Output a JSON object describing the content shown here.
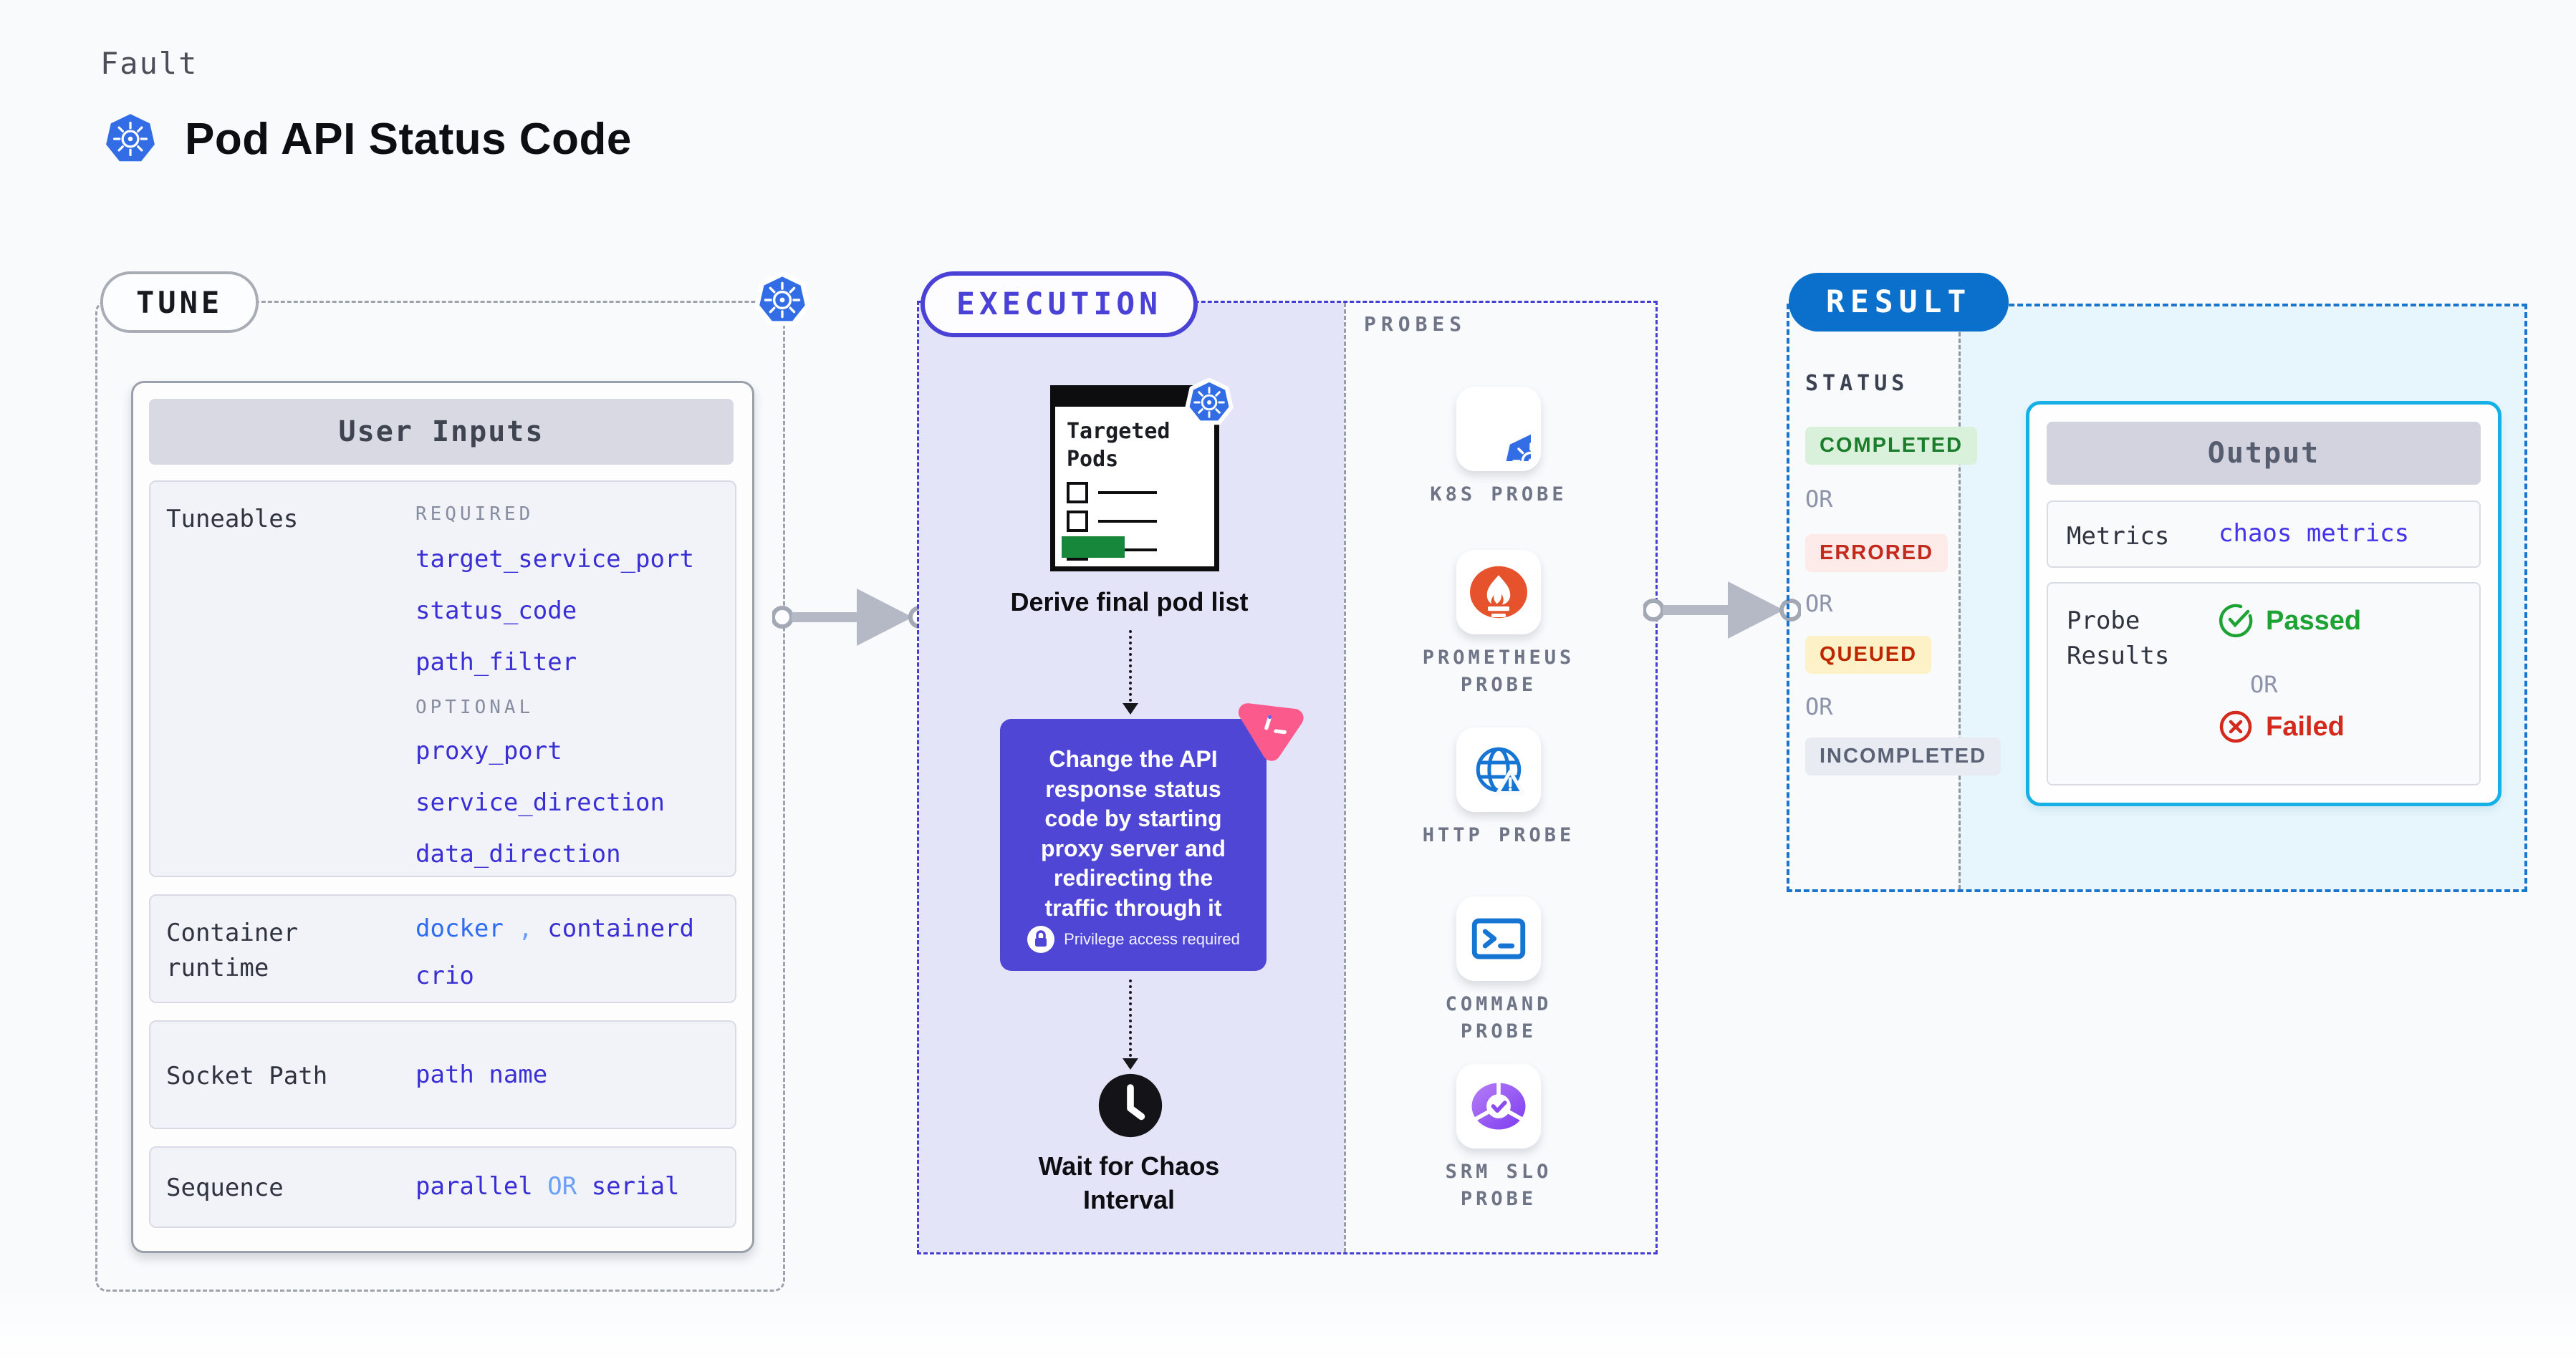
{
  "header": {
    "kicker": "Fault",
    "title": "Pod API Status Code"
  },
  "tune": {
    "label": "TUNE",
    "card_title": "User Inputs",
    "tuneables_label": "Tuneables",
    "required_label": "REQUIRED",
    "required_items": [
      "target_service_port",
      "status_code",
      "path_filter"
    ],
    "optional_label": "OPTIONAL",
    "optional_items": [
      "proxy_port",
      "service_direction",
      "data_direction"
    ],
    "container_runtime_label": "Container runtime",
    "container_runtime": {
      "v1": "docker",
      "comma": ",",
      "v2": "containerd",
      "v3": "crio"
    },
    "socket_path_label": "Socket Path",
    "socket_path_value": "path name",
    "sequence_label": "Sequence",
    "sequence": {
      "s1": "parallel",
      "or": "OR",
      "s2": "serial"
    }
  },
  "execution": {
    "label": "EXECUTION",
    "targeted_pods": "Targeted Pods",
    "derive_label": "Derive final pod list",
    "action_text": "Change the API response status code by starting proxy server and redirecting the traffic through it",
    "privilege_text": "Privilege access required",
    "wait_label": "Wait for Chaos Interval"
  },
  "probes": {
    "label": "PROBES",
    "items": [
      {
        "icon": "kubernetes-icon",
        "line1": "K8S PROBE"
      },
      {
        "icon": "prometheus-icon",
        "line1": "PROMETHEUS",
        "line2": "PROBE"
      },
      {
        "icon": "globe-warning-icon",
        "line1": "HTTP PROBE"
      },
      {
        "icon": "terminal-icon",
        "line1": "COMMAND",
        "line2": "PROBE"
      },
      {
        "icon": "slo-pie-icon",
        "line1": "SRM SLO",
        "line2": "PROBE"
      }
    ]
  },
  "result": {
    "label": "RESULT",
    "status_label": "STATUS",
    "or": "OR",
    "statuses": [
      {
        "label": "COMPLETED",
        "text_color": "#1b7d2c",
        "bg_color": "#d9f1da"
      },
      {
        "label": "ERRORED",
        "text_color": "#c5291b",
        "bg_color": "#fcebe9"
      },
      {
        "label": "QUEUED",
        "text_color": "#bd2700",
        "bg_color": "#fdf2c7"
      },
      {
        "label": "INCOMPLETED",
        "text_color": "#5a6375",
        "bg_color": "#e9ebf2"
      }
    ],
    "output_title": "Output",
    "metrics_label": "Metrics",
    "metrics_value": "chaos metrics",
    "probe_results_label": "Probe Results",
    "passed_label": "Passed",
    "failed_label": "Failed"
  },
  "colors": {
    "page_bg": "#f8fafc",
    "indigo_value": "#392fd4",
    "bright_blue_value": "#2e6cf2",
    "execution_accent": "#4a42d6",
    "execution_fill": "#e4e4f9",
    "action_card_bg": "#4f46d6",
    "chaos_pink": "#fa5a8c",
    "kubernetes_blue": "#326de6",
    "prometheus_orange": "#e6522c",
    "probe_blue": "#1674d3",
    "srm_purple": "#8b4bf0",
    "result_accent": "#0a70cc",
    "output_border": "#14b0e6",
    "result_fill": "#e7f5fc",
    "passed_green": "#1da234",
    "failed_red": "#d42a1d",
    "targeted_pods_green": "#17873c"
  }
}
